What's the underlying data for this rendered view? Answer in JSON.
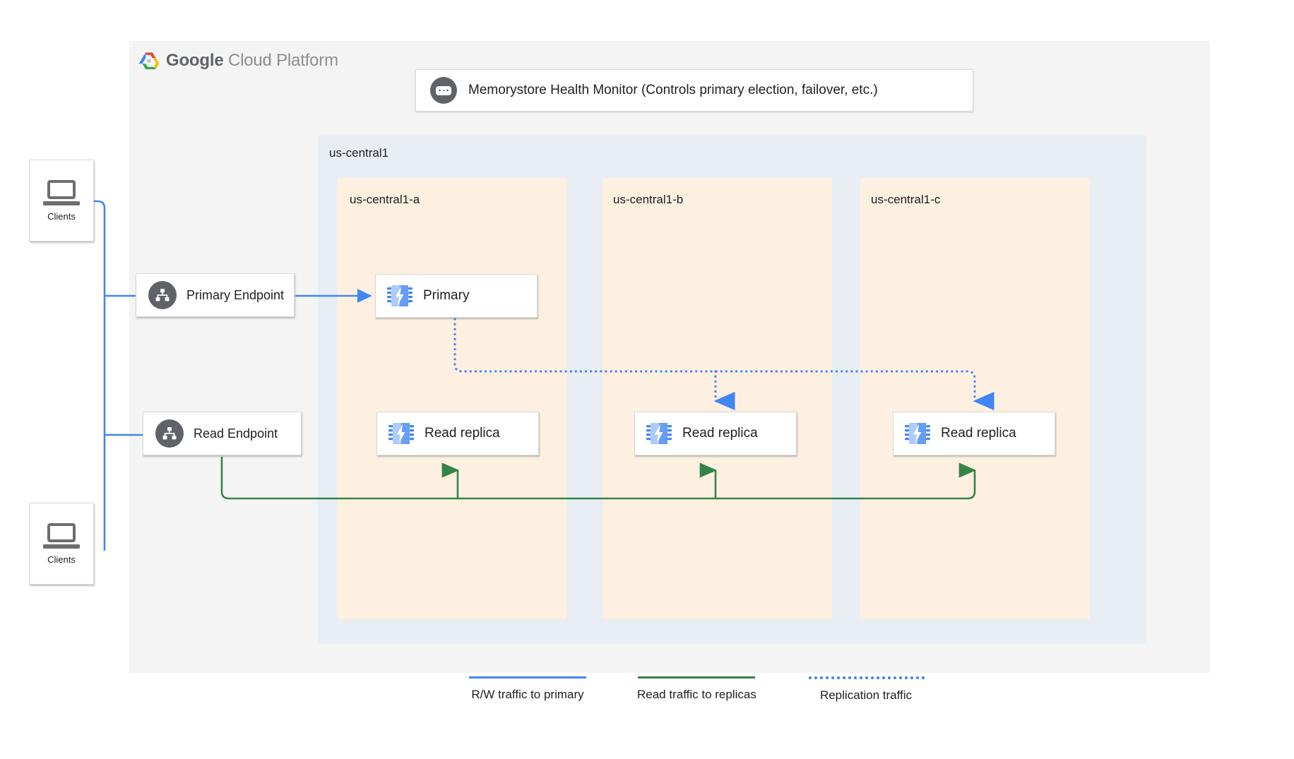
{
  "platform": {
    "logo_bold": "Google",
    "logo_light": "Cloud Platform",
    "logo_icon": "google-cloud-hexagon-icon"
  },
  "health_monitor": {
    "icon": "health-monitor-icon",
    "text": "Memorystore Health Monitor (Controls primary election, failover, etc.)"
  },
  "region": {
    "label": "us-central1",
    "zones": [
      {
        "label": "us-central1-a"
      },
      {
        "label": "us-central1-b"
      },
      {
        "label": "us-central1-c"
      }
    ]
  },
  "clients": [
    {
      "label": "Clients",
      "icon": "laptop-icon"
    },
    {
      "label": "Clients",
      "icon": "laptop-icon"
    }
  ],
  "endpoints": [
    {
      "label": "Primary Endpoint",
      "icon": "network-hierarchy-icon"
    },
    {
      "label": "Read Endpoint",
      "icon": "network-hierarchy-icon"
    }
  ],
  "nodes": [
    {
      "label": "Primary",
      "icon": "memorystore-chip-icon",
      "zone": "us-central1-a"
    },
    {
      "label": "Read replica",
      "icon": "memorystore-chip-icon",
      "zone": "us-central1-a"
    },
    {
      "label": "Read replica",
      "icon": "memorystore-chip-icon",
      "zone": "us-central1-b"
    },
    {
      "label": "Read replica",
      "icon": "memorystore-chip-icon",
      "zone": "us-central1-c"
    }
  ],
  "legend": [
    {
      "label": "R/W traffic to primary",
      "style": "solid",
      "color": "#4285F4"
    },
    {
      "label": "Read traffic to replicas",
      "style": "solid",
      "color": "#34844A"
    },
    {
      "label": "Replication traffic",
      "style": "dotted",
      "color": "#4285F4"
    }
  ],
  "colors": {
    "blue": "#4285F4",
    "green": "#34844A",
    "gray_icon": "#5F6368",
    "zone_bg": "#FDF0E0",
    "region_bg": "#E8EEF3",
    "canvas_bg": "#F4F4F4"
  }
}
